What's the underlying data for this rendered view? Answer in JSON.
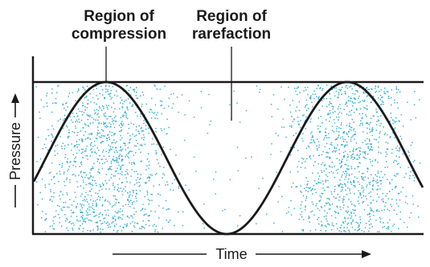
{
  "labels": {
    "compression_line1": "Region of",
    "compression_line2": "compression",
    "rarefaction_line1": "Region of",
    "rarefaction_line2": "rarefaction",
    "x_axis": "Time",
    "y_axis": "Pressure"
  },
  "colors": {
    "stroke": "#1a1a1a",
    "particles": "#29a9cf",
    "background": "#ffffff"
  }
}
